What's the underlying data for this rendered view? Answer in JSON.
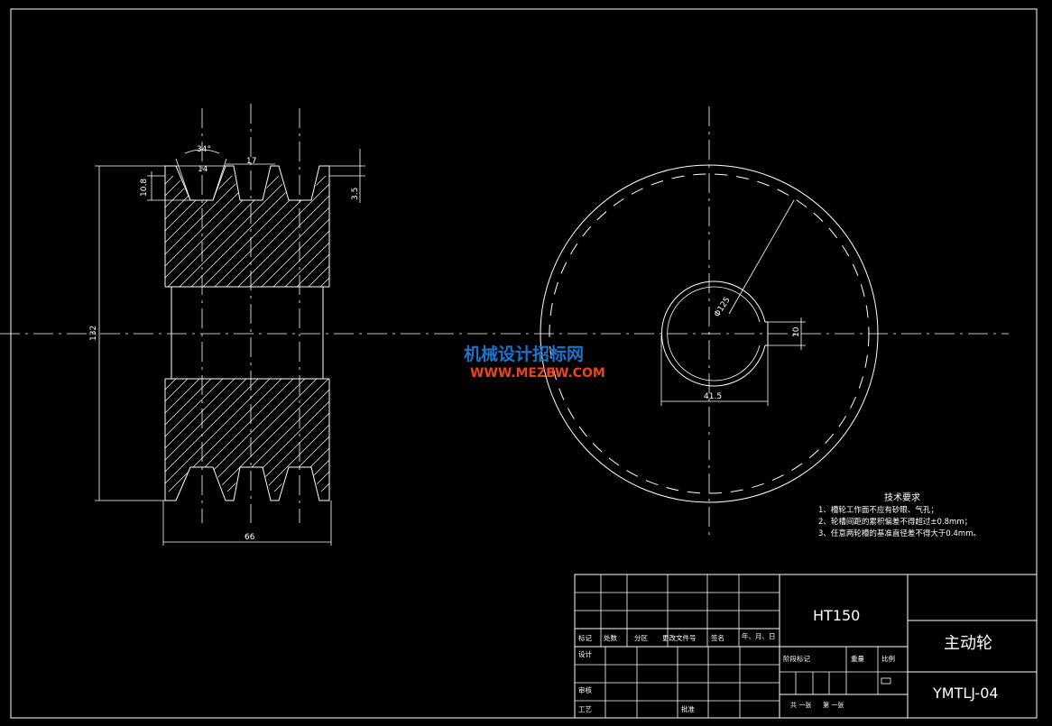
{
  "dimensions": {
    "groove_angle": "34°",
    "groove_top_width": "14",
    "groove_pitch": "17",
    "groove_depth": "10.8",
    "groove_top_offset": "3.5",
    "outer_diameter": "132",
    "width": "66",
    "bore_diameter": "Φ125",
    "keyway_width": "10",
    "keyway_depth": "41.5"
  },
  "watermark": {
    "name": "机械设计招标网",
    "url": "WWW.MEZBW.COM"
  },
  "tech_requirements": {
    "title": "技术要求",
    "items": [
      "1、槽轮工作面不应有砂眼、气孔；",
      "2、轮槽间距的累积偏差不得超过±0.8mm；",
      "3、任意两轮槽的基准直径差不得大于0.4mm。"
    ]
  },
  "title_block": {
    "material": "HT150",
    "part_name": "主动轮",
    "drawing_no": "YMTLJ-04",
    "headers": {
      "mark": "标记",
      "count": "处数",
      "zone": "分区",
      "change_doc": "更改文件号",
      "sign": "签名",
      "date": "年、月、日"
    },
    "roles": {
      "design": "设计",
      "review": "审核",
      "process": "工艺",
      "approve": "批准"
    },
    "stage_mark": "阶段标记",
    "weight": "重量",
    "scale": "比例",
    "sheets_total": "共 一张",
    "sheet_no": "第 一张"
  }
}
